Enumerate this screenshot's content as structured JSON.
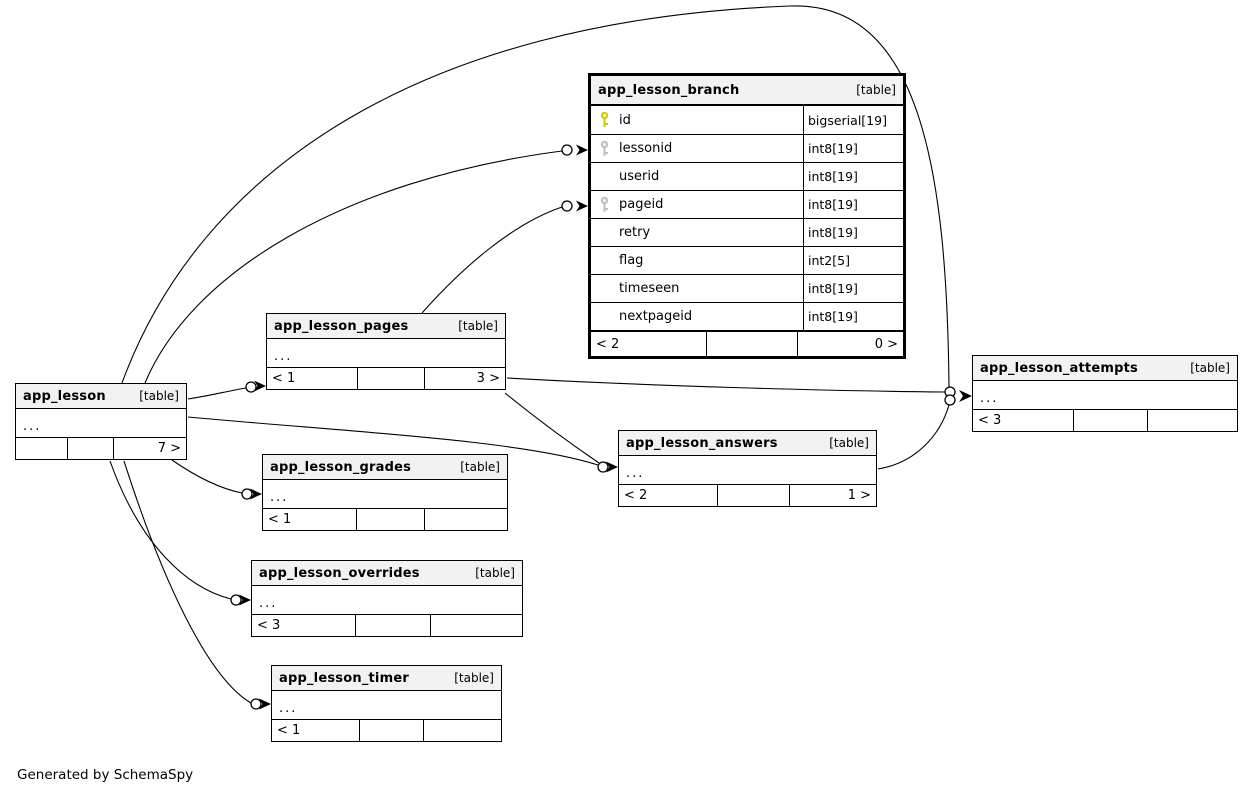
{
  "diagram": {
    "footer_note": "Generated by SchemaSpy"
  },
  "colors": {
    "border": "#000000",
    "header_bg": "#f2f2f2",
    "primary_key": "#cccc00",
    "foreign_key": "#c0c0c0"
  },
  "tables": {
    "branch": {
      "title": "app_lesson_branch",
      "tag": "[table]",
      "columns": [
        {
          "name": "id",
          "type": "bigserial[19]",
          "key": "primary"
        },
        {
          "name": "lessonid",
          "type": "int8[19]",
          "key": "foreign"
        },
        {
          "name": "userid",
          "type": "int8[19]",
          "key": ""
        },
        {
          "name": "pageid",
          "type": "int8[19]",
          "key": "foreign"
        },
        {
          "name": "retry",
          "type": "int8[19]",
          "key": ""
        },
        {
          "name": "flag",
          "type": "int2[5]",
          "key": ""
        },
        {
          "name": "timeseen",
          "type": "int8[19]",
          "key": ""
        },
        {
          "name": "nextpageid",
          "type": "int8[19]",
          "key": ""
        }
      ],
      "footer": {
        "left": "< 2",
        "center": "",
        "right": "0 >"
      }
    },
    "lesson": {
      "title": "app_lesson",
      "tag": "[table]",
      "ellipsis": "...",
      "footer": {
        "left": "",
        "center": "",
        "right": "7 >"
      }
    },
    "pages": {
      "title": "app_lesson_pages",
      "tag": "[table]",
      "ellipsis": "...",
      "footer": {
        "left": "< 1",
        "center": "",
        "right": "3 >"
      }
    },
    "attempts": {
      "title": "app_lesson_attempts",
      "tag": "[table]",
      "ellipsis": "...",
      "footer": {
        "left": "< 3",
        "center": "",
        "right": ""
      }
    },
    "answers": {
      "title": "app_lesson_answers",
      "tag": "[table]",
      "ellipsis": "...",
      "footer": {
        "left": "< 2",
        "center": "",
        "right": "1 >"
      }
    },
    "grades": {
      "title": "app_lesson_grades",
      "tag": "[table]",
      "ellipsis": "...",
      "footer": {
        "left": "< 1",
        "center": "",
        "right": ""
      }
    },
    "overrides": {
      "title": "app_lesson_overrides",
      "tag": "[table]",
      "ellipsis": "...",
      "footer": {
        "left": "< 3",
        "center": "",
        "right": ""
      }
    },
    "timer": {
      "title": "app_lesson_timer",
      "tag": "[table]",
      "ellipsis": "...",
      "footer": {
        "left": "< 1",
        "center": "",
        "right": ""
      }
    }
  }
}
